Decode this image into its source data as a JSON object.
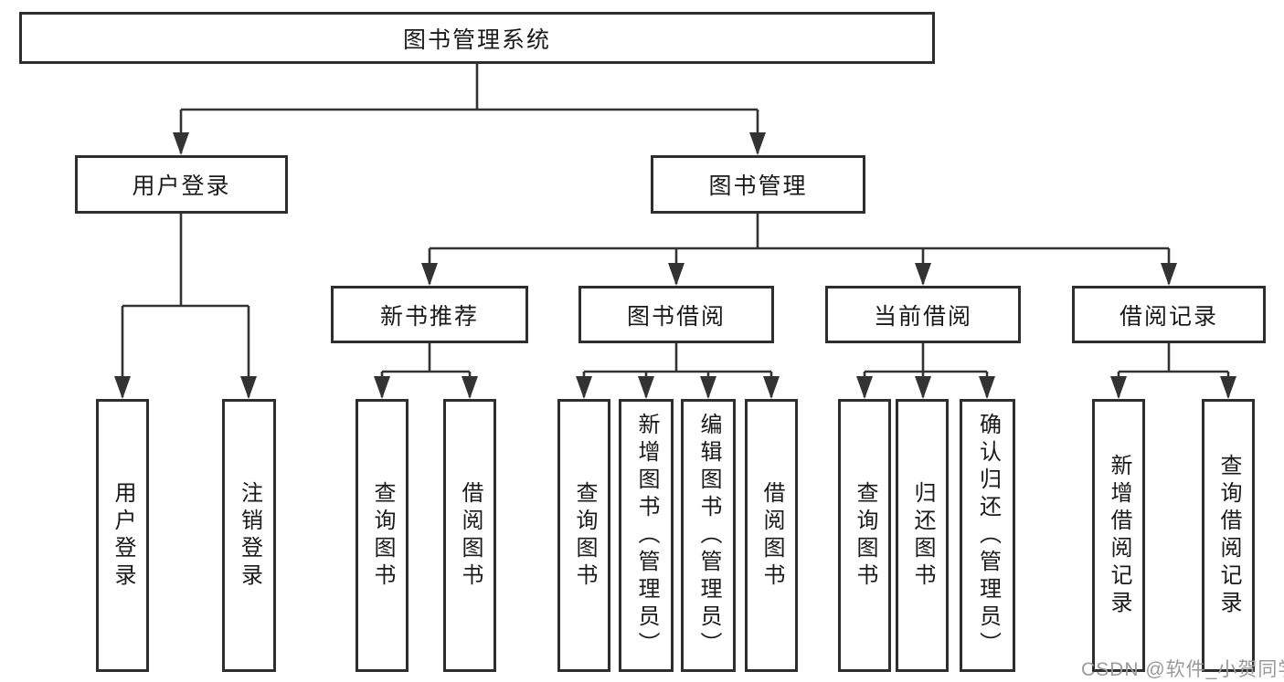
{
  "diagram": {
    "root": "图书管理系统",
    "branches": [
      {
        "label": "用户登录",
        "children": [
          {
            "label": "用户登录"
          },
          {
            "label": "注销登录"
          }
        ]
      },
      {
        "label": "图书管理",
        "sections": [
          {
            "label": "新书推荐",
            "children": [
              {
                "label": "查询图书"
              },
              {
                "label": "借阅图书"
              }
            ]
          },
          {
            "label": "图书借阅",
            "children": [
              {
                "label": "查询图书"
              },
              {
                "label": "新增图书（管理员）"
              },
              {
                "label": "编辑图书（管理员）"
              },
              {
                "label": "借阅图书"
              }
            ]
          },
          {
            "label": "当前借阅",
            "children": [
              {
                "label": "查询图书"
              },
              {
                "label": "归还图书"
              },
              {
                "label": "确认归还（管理员）"
              }
            ]
          },
          {
            "label": "借阅记录",
            "children": [
              {
                "label": "新增借阅记录"
              },
              {
                "label": "查询借阅记录"
              }
            ]
          }
        ]
      }
    ]
  },
  "watermark": {
    "text": "CSDN @软件_小贺同学"
  },
  "colors": {
    "line": "#333333",
    "border": "#2e2e2e",
    "text": "#1a1a1a",
    "watermark": "#9a9a9a",
    "background": "#ffffff"
  }
}
